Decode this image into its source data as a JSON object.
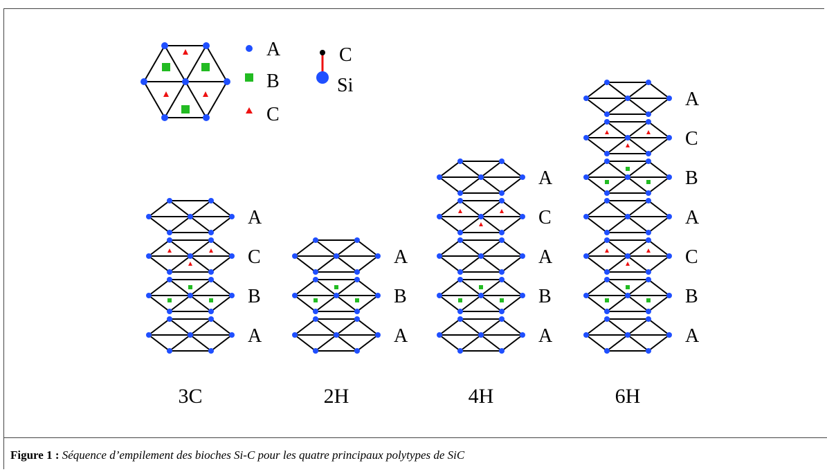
{
  "legend": {
    "items": [
      {
        "label": "A",
        "symbol": "blue-dot"
      },
      {
        "label": "B",
        "symbol": "green-square"
      },
      {
        "label": "C",
        "symbol": "red-triangle"
      }
    ],
    "bond": {
      "top_label": "C",
      "bottom_label": "Si"
    }
  },
  "colors": {
    "A": "#1f4fff",
    "B": "#22bb22",
    "C": "#ee1111",
    "bond": "#ee1111",
    "line": "#000000"
  },
  "polytypes": [
    {
      "name": "3C",
      "sequence": [
        "A",
        "C",
        "B",
        "A"
      ]
    },
    {
      "name": "2H",
      "sequence": [
        "A",
        "B",
        "A"
      ]
    },
    {
      "name": "4H",
      "sequence": [
        "A",
        "C",
        "A",
        "B",
        "A"
      ]
    },
    {
      "name": "6H",
      "sequence": [
        "A",
        "C",
        "B",
        "A",
        "C",
        "B",
        "A"
      ]
    }
  ],
  "caption": {
    "label": "Figure 1 :",
    "text": "Séquence d’empilement des bioches Si-C pour les quatre principaux polytypes de SiC"
  }
}
